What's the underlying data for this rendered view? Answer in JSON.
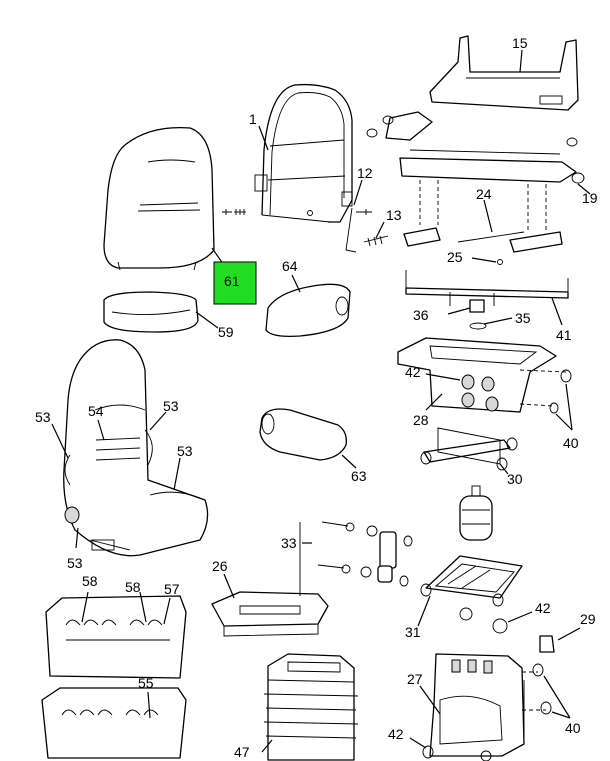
{
  "highlight_color": "#22dd22",
  "callouts": {
    "c1": "1",
    "c12": "12",
    "c13": "13",
    "c15": "15",
    "c19": "19",
    "c24": "24",
    "c25": "25",
    "c26": "26",
    "c27": "27",
    "c28": "28",
    "c29": "29",
    "c30": "30",
    "c31": "31",
    "c33": "33",
    "c35": "35",
    "c36": "36",
    "c40a": "40",
    "c40b": "40",
    "c41": "41",
    "c42a": "42",
    "c42b": "42",
    "c42c": "42",
    "c47": "47",
    "c53a": "53",
    "c53b": "53",
    "c53c": "53",
    "c53d": "53",
    "c54": "54",
    "c55": "55",
    "c57": "57",
    "c58a": "58",
    "c58b": "58",
    "c59": "59",
    "c61": "61",
    "c63": "63",
    "c64": "64"
  }
}
